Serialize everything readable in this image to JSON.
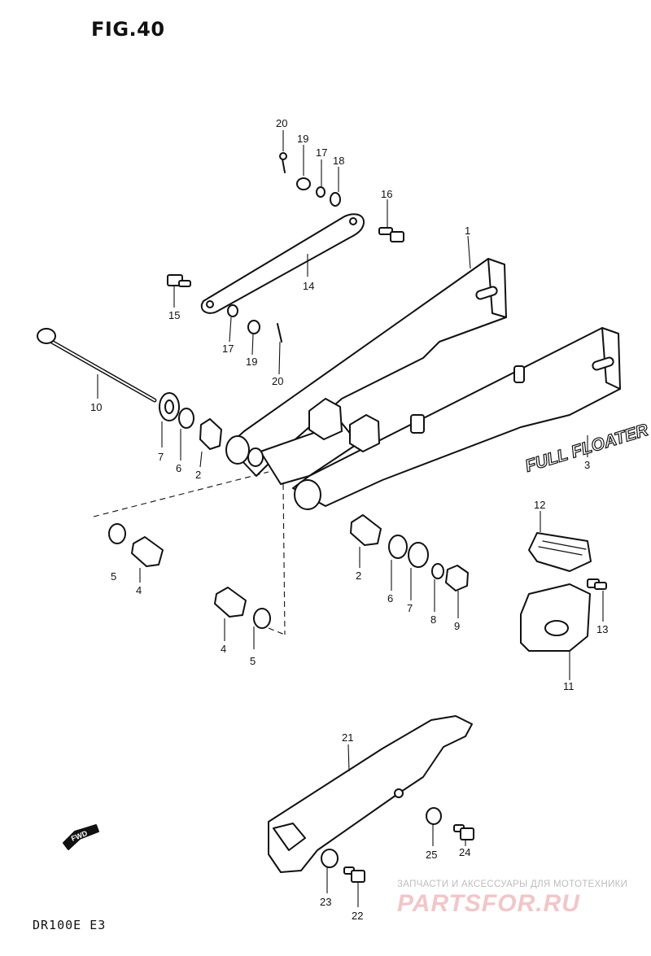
{
  "figure": {
    "title": "FIG.40",
    "model": "DR100E E3"
  },
  "decal_text": "FULL FLOATER",
  "direction_arrow": "FWD",
  "watermark": {
    "caption": "ЗАПЧАСТИ И АКСЕССУАРЫ ДЛЯ МОТОТЕХНИКИ",
    "brand": "PARTSFOR.RU"
  },
  "callouts": [
    {
      "id": "c20a",
      "label": "20"
    },
    {
      "id": "c19a",
      "label": "19"
    },
    {
      "id": "c17a",
      "label": "17"
    },
    {
      "id": "c18",
      "label": "18"
    },
    {
      "id": "c16",
      "label": "16"
    },
    {
      "id": "c1",
      "label": "1"
    },
    {
      "id": "c14",
      "label": "14"
    },
    {
      "id": "c15",
      "label": "15"
    },
    {
      "id": "c17b",
      "label": "17"
    },
    {
      "id": "c19b",
      "label": "19"
    },
    {
      "id": "c20b",
      "label": "20"
    },
    {
      "id": "c10",
      "label": "10"
    },
    {
      "id": "c7a",
      "label": "7"
    },
    {
      "id": "c6a",
      "label": "6"
    },
    {
      "id": "c2a",
      "label": "2"
    },
    {
      "id": "c3",
      "label": "3"
    },
    {
      "id": "c12",
      "label": "12"
    },
    {
      "id": "c5a",
      "label": "5"
    },
    {
      "id": "c4a",
      "label": "4"
    },
    {
      "id": "c2b",
      "label": "2"
    },
    {
      "id": "c6b",
      "label": "6"
    },
    {
      "id": "c7b",
      "label": "7"
    },
    {
      "id": "c8",
      "label": "8"
    },
    {
      "id": "c9",
      "label": "9"
    },
    {
      "id": "c13",
      "label": "13"
    },
    {
      "id": "c11",
      "label": "11"
    },
    {
      "id": "c4b",
      "label": "4"
    },
    {
      "id": "c5b",
      "label": "5"
    },
    {
      "id": "c21",
      "label": "21"
    },
    {
      "id": "c25",
      "label": "25"
    },
    {
      "id": "c24",
      "label": "24"
    },
    {
      "id": "c23",
      "label": "23"
    },
    {
      "id": "c22",
      "label": "22"
    }
  ]
}
